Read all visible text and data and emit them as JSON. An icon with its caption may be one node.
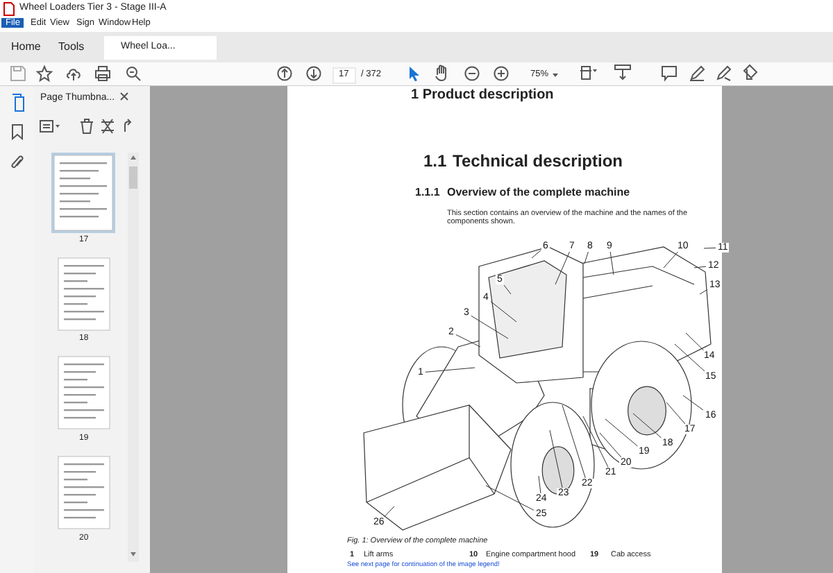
{
  "diagram": {
    "nodes": [
      {
        "text": [
          "1"
        ]
      },
      {
        "text": [
          "2"
        ]
      },
      {
        "text": [
          "3"
        ]
      },
      {
        "text": [
          "4"
        ]
      },
      {
        "text": [
          "5"
        ]
      },
      {
        "text": [
          "6"
        ]
      },
      {
        "text": [
          "7"
        ]
      },
      {
        "text": [
          "8"
        ]
      },
      {
        "text": [
          "9"
        ]
      },
      {
        "text": [
          "10"
        ]
      },
      {
        "text": [
          "11"
        ]
      },
      {
        "text": [
          "12"
        ]
      },
      {
        "text": [
          "13"
        ]
      },
      {
        "text": [
          "14"
        ]
      },
      {
        "text": [
          "15"
        ]
      },
      {
        "text": [
          "16"
        ]
      },
      {
        "text": [
          "17"
        ]
      },
      {
        "text": [
          "18"
        ]
      },
      {
        "text": [
          "19"
        ]
      },
      {
        "text": [
          "20"
        ]
      },
      {
        "text": [
          "21"
        ]
      },
      {
        "text": [
          "22"
        ]
      },
      {
        "text": [
          "23"
        ]
      },
      {
        "text": [
          "24"
        ]
      },
      {
        "text": [
          "25"
        ]
      },
      {
        "text": [
          "26"
        ]
      }
    ],
    "edges": [
      {
        "from": 0,
        "to": null,
        "arrow": "none"
      },
      {
        "from": 1,
        "to": null,
        "arrow": "none"
      },
      {
        "from": 2,
        "to": null,
        "arrow": "none"
      },
      {
        "from": 3,
        "to": null,
        "arrow": "none"
      },
      {
        "from": 4,
        "to": null,
        "arrow": "none"
      },
      {
        "from": 5,
        "to": null,
        "arrow": "none"
      },
      {
        "from": 6,
        "to": null,
        "arrow": "none"
      },
      {
        "from": 7,
        "to": null,
        "arrow": "none"
      },
      {
        "from": 8,
        "to": null,
        "arrow": "none"
      },
      {
        "from": 9,
        "to": null,
        "arrow": "none"
      },
      {
        "from": 10,
        "to": null,
        "arrow": "none"
      },
      {
        "from": 11,
        "to": null,
        "arrow": "none"
      },
      {
        "from": 12,
        "to": null,
        "arrow": "none"
      },
      {
        "from": 13,
        "to": null,
        "arrow": "none"
      },
      {
        "from": 14,
        "to": null,
        "arrow": "none"
      },
      {
        "from": 15,
        "to": null,
        "arrow": "none"
      },
      {
        "from": 16,
        "to": null,
        "arrow": "none"
      },
      {
        "from": 17,
        "to": null,
        "arrow": "none"
      },
      {
        "from": 18,
        "to": null,
        "arrow": "none"
      },
      {
        "from": 19,
        "to": null,
        "arrow": "none"
      },
      {
        "from": 20,
        "to": null,
        "arrow": "none"
      },
      {
        "from": 21,
        "to": null,
        "arrow": "none"
      },
      {
        "from": 22,
        "to": null,
        "arrow": "none"
      },
      {
        "from": 23,
        "to": null,
        "arrow": "none"
      },
      {
        "from": 24,
        "to": null,
        "arrow": "none"
      },
      {
        "from": 25,
        "to": null,
        "arrow": "none"
      }
    ],
    "labels": [
      "Wheel Loaders Tier 3 - Stage III-A",
      "File",
      "Edit",
      "View",
      "Sign",
      "Window",
      "Help",
      "Home",
      "Tools",
      "Wheel Loa...",
      "17",
      "/ 372",
      "75%",
      "Page Thumbna...",
      "17",
      "18",
      "19",
      "20",
      "1 Product description",
      "1.1",
      "Technical description",
      "1.1.1",
      "Overview of the complete machine",
      "This section contains an overview of the machine and the names of the components shown.",
      "Fig. 1: Overview of the complete machine",
      "1",
      "Lift arms",
      "10",
      "Engine compartment hood",
      "19",
      "Cab access",
      "See next page for continuation of the image legend!"
    ]
  }
}
